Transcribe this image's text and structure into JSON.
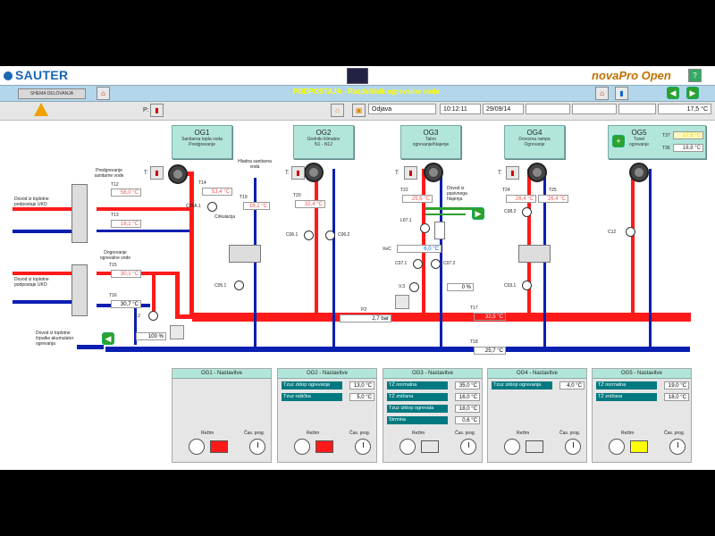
{
  "app": {
    "brand": "SAUTER",
    "product": "novaPro Open",
    "title": "PODPOSTAJA - Razdelilnik ogrevalne vode",
    "back_label": "SHEMA DELOVANJA"
  },
  "status": {
    "p_label": "P:",
    "user": "Odjava",
    "time": "10:12:11",
    "date": "29/09/14",
    "outside_temp": "17,5",
    "outside_unit": "°C"
  },
  "groups": [
    {
      "id": "OG1",
      "line1": "Sanitarna topla voda",
      "line2": "Predgrevanje"
    },
    {
      "id": "OG2",
      "line1": "Grelniki klimatov",
      "line2": "N1 - N12"
    },
    {
      "id": "OG3",
      "line1": "Talno",
      "line2": "ogrevanje/hlajenje"
    },
    {
      "id": "OG4",
      "line1": "Dovozna rampa",
      "line2": "Ogrevanje"
    },
    {
      "id": "OG5",
      "line1": "Tunel",
      "line2": "ogrevanje"
    }
  ],
  "og5_temps": {
    "t37_label": "T37",
    "t37_value": "17,5 °C",
    "t36_label": "T36",
    "t36_value": "18,8 °C"
  },
  "scheme": {
    "labels": {
      "predgrevanje": "Predgrevanje sanitarne vode",
      "dogrevanje": "Dogrevanje ogrevalne vode",
      "hladna": "Hladna sanitarna voda",
      "dovod1": "Dovod iz toplotne podpostaje UKO",
      "dovod2": "Dovod iz toplotne podpostaje UKO",
      "dovod3": "Dovod iz toplotne črpalke akumulator ogrevanja",
      "dovod_pasiv": "Dovod iz pasivnega hlajenja",
      "cirkulacija": "Cirkulacija",
      "t_label": "T:"
    },
    "sensors": {
      "T12": "58,0 °C",
      "T13": "18,1 °C",
      "T14": "53,4 °C",
      "T19": "18,1 °C",
      "T15": "30,1 °C",
      "T16": "30,7 °C",
      "T20": "32,4 °C",
      "T22": "25,6 °C",
      "T24": "26,4 °C",
      "T25": "26,4 °C",
      "T17": "32,5 °C",
      "T18": "25,7 °C"
    },
    "sensor_names": {
      "T12": "T12",
      "T13": "T13",
      "T14": "T14",
      "T19": "T19",
      "T15": "T15",
      "T16": "T16",
      "T20": "T20",
      "T22": "T22",
      "T24": "T24",
      "T25": "T25",
      "T17": "T17",
      "T18": "T18"
    },
    "pumps": {
      "c05a": "C05A.1",
      "c05": "C05.1",
      "c06a": "C06.1",
      "c06b": "C06.2",
      "l07": "L07.1",
      "c07a": "C07.1",
      "c07b": "C07.2",
      "c08a": "C08.2",
      "c08b": "C03.1",
      "c12": "C12",
      "v2": "V.2",
      "v3": "V.3"
    },
    "xec_label": "XeC",
    "xec_value": "6,0 °C",
    "v3_pct": "0",
    "v3_unit": "%",
    "v2_pct": "100",
    "v2_unit": "%",
    "p2_label": "P2",
    "p2_value": "2,7",
    "p2_unit": "bar"
  },
  "panels": [
    {
      "head": "OG1 - Nastavitve",
      "rows": [],
      "mode": "red",
      "rezim": "Režim",
      "cas": "Čas. prog."
    },
    {
      "head": "OG2 - Nastavitve",
      "rows": [
        {
          "l": "Tzuz zklop ogrevanja",
          "v": "13,0 °C"
        },
        {
          "l": "Tzuz rašička",
          "v": "5,0 °C"
        }
      ],
      "mode": "red",
      "rezim": "Režim",
      "cas": "Čas. prog."
    },
    {
      "head": "OG3 - Nastavitve",
      "rows": [
        {
          "l": "TŽ normalna",
          "v": "35,0 °C"
        },
        {
          "l": "TŽ znižana",
          "v": "16,0 °C"
        },
        {
          "l": "Tzuz izklop ogrevala",
          "v": "18,0 °C"
        },
        {
          "l": "Strmina",
          "v": "0,6 °C"
        }
      ],
      "mode": "none",
      "rezim": "Režim",
      "cas": "Čas. prog."
    },
    {
      "head": "OG4 - Nastavitve",
      "rows": [
        {
          "l": "Tzuz izklop ogrevanja",
          "v": "4,0 °C"
        }
      ],
      "mode": "none",
      "rezim": "Režim",
      "cas": "Čas. prog."
    },
    {
      "head": "OG5 - Nastavitve",
      "rows": [
        {
          "l": "TŽ normalna",
          "v": "19,0 °C"
        },
        {
          "l": "TŽ znižana",
          "v": "18,0 °C"
        }
      ],
      "mode": "yellow",
      "rezim": "Režim",
      "cas": "Čas. prog."
    }
  ],
  "colors": {
    "hot": "#ff1a1a",
    "cold": "#0a1fb0",
    "teal": "#007a80",
    "green": "#2ea02e"
  }
}
